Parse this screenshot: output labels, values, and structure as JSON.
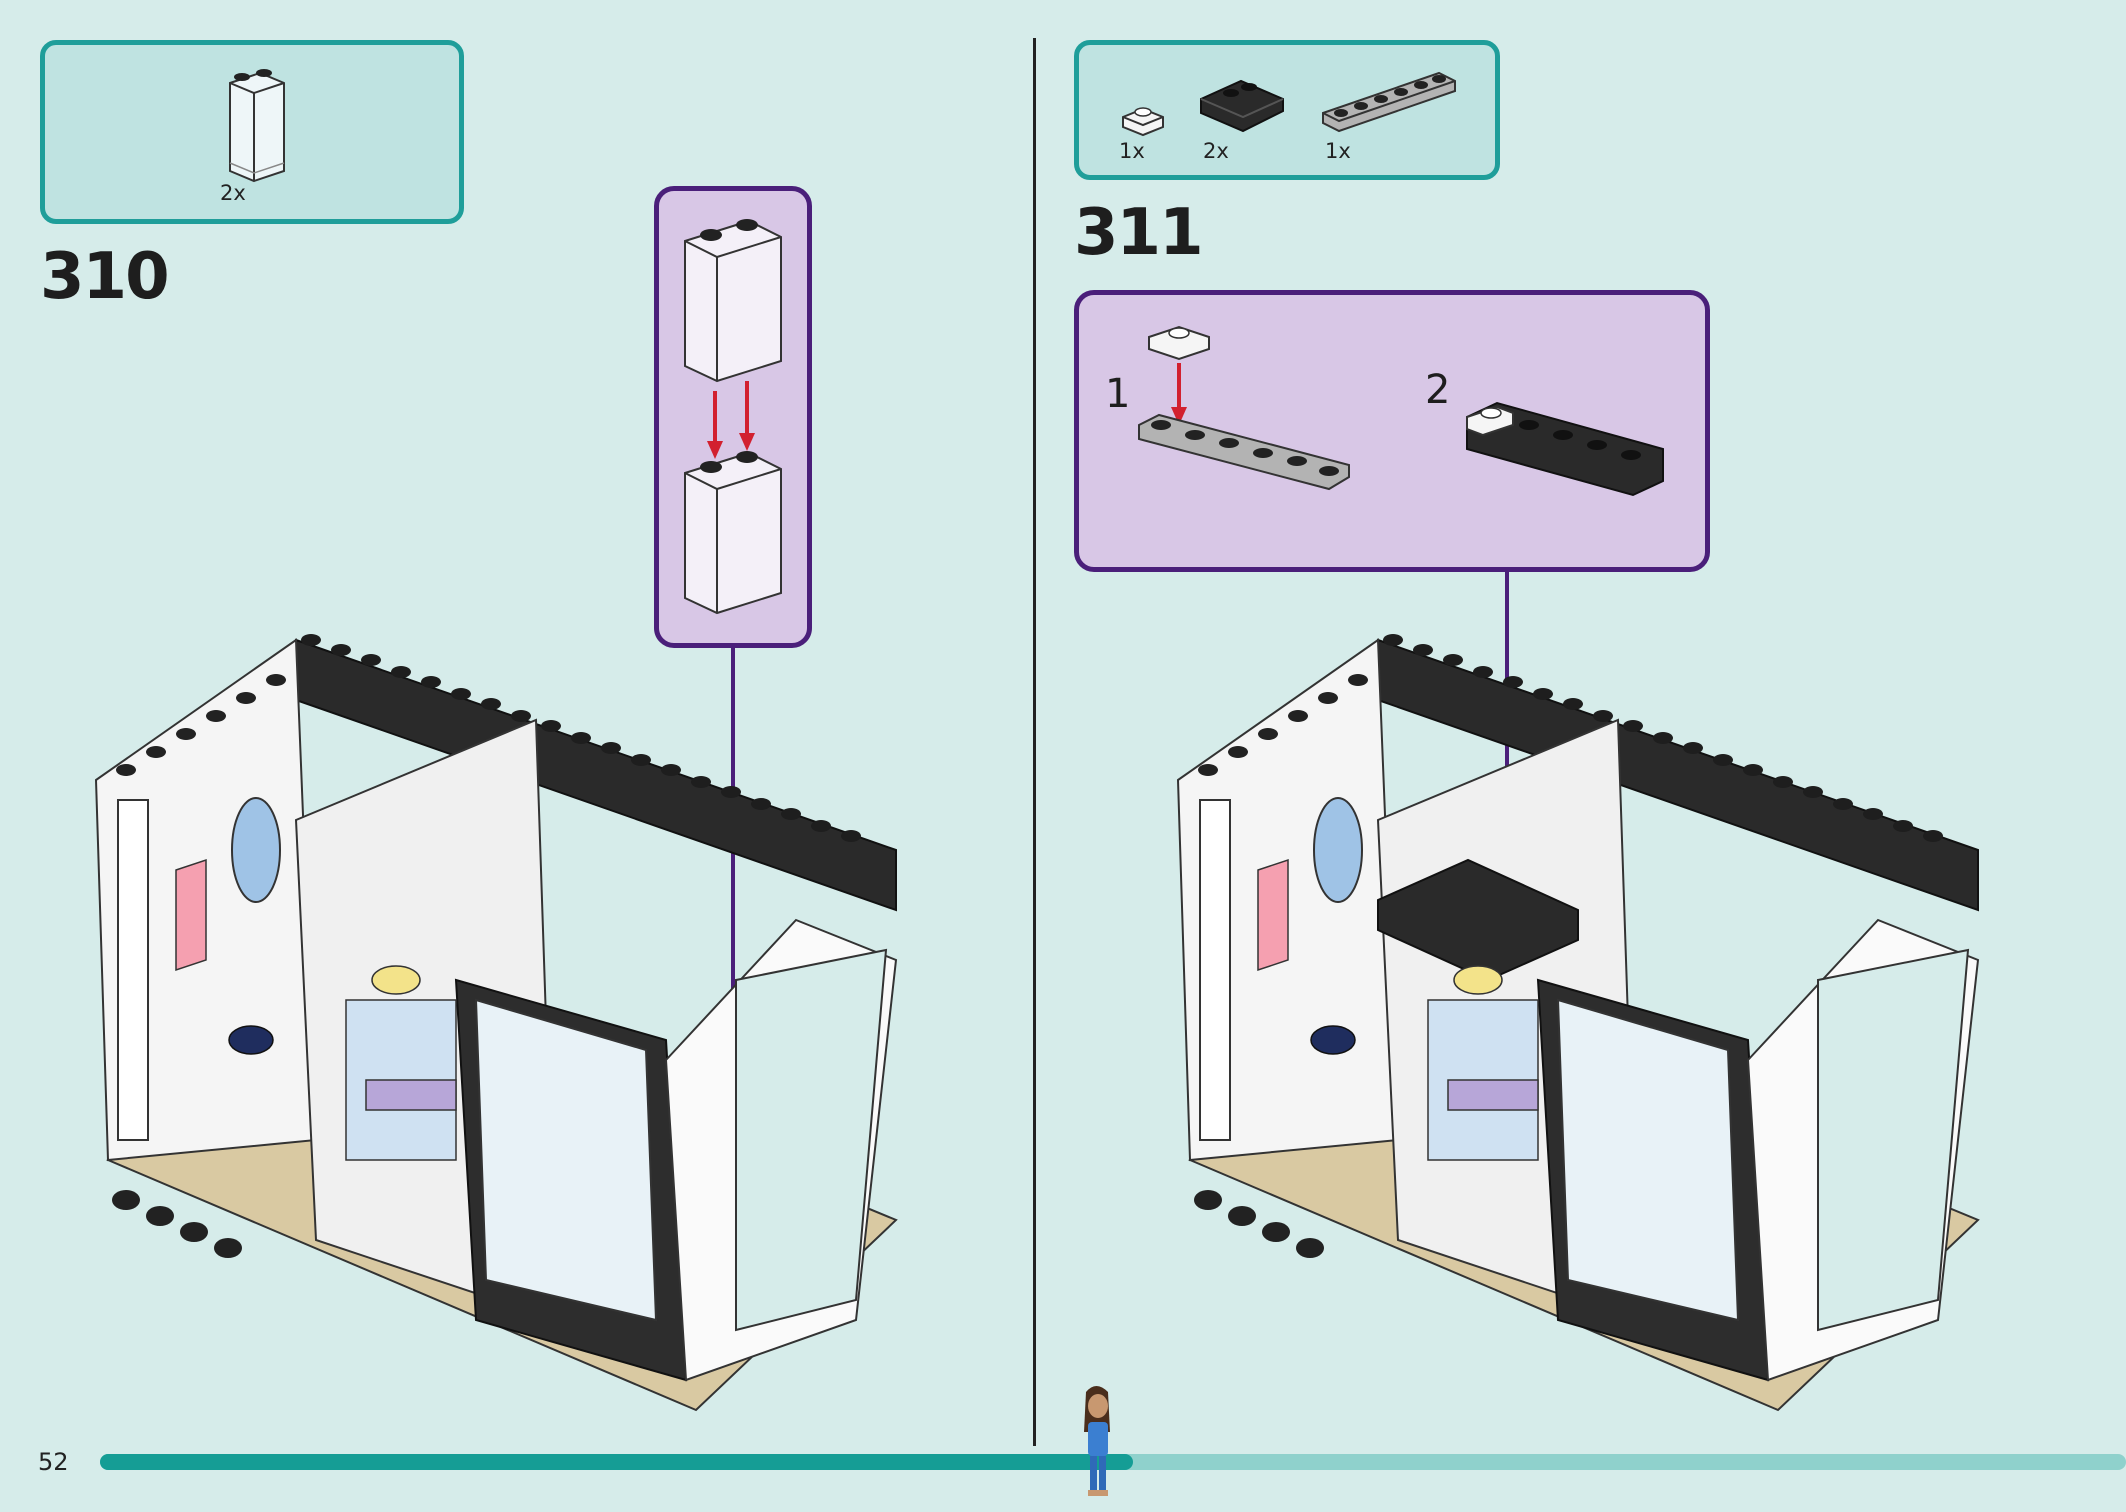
{
  "page": {
    "number": "52"
  },
  "steps": [
    {
      "number": "310",
      "parts": [
        {
          "name": "transparent-panel",
          "qty": "2x"
        }
      ]
    },
    {
      "number": "311",
      "parts": [
        {
          "name": "white-plate-1x1",
          "qty": "1x"
        },
        {
          "name": "black-tile-2x2",
          "qty": "2x"
        },
        {
          "name": "grey-plate-1x6",
          "qty": "1x"
        }
      ],
      "substeps": [
        {
          "label": "1"
        },
        {
          "label": "2"
        }
      ]
    }
  ],
  "colors": {
    "background": "#d6ecea",
    "parts_box_border": "#1f9e9a",
    "callout_border": "#4a1f7a",
    "callout_fill": "#d8c7e6",
    "arrow": "#d2202f",
    "progress_fill": "#159d95",
    "progress_track": "#8fd1cc"
  },
  "progress": {
    "fraction": 0.51
  }
}
